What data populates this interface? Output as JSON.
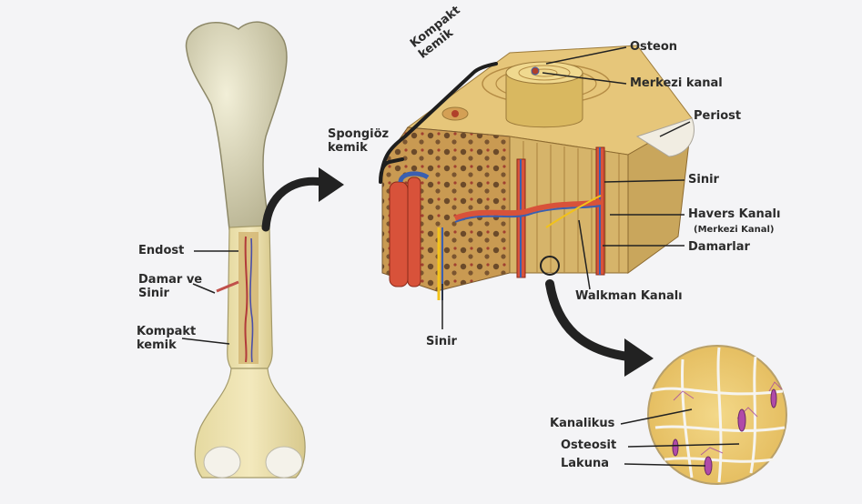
{
  "labels": {
    "endost": "Endost",
    "damar_sinir": "Damar ve\nSinir",
    "kompakt_left": "Kompakt\nkemik",
    "kompakt_top": "Kompakt\nkemik",
    "spongioz": "Spongiöz\nkemik",
    "osteon": "Osteon",
    "merkezi_kanal": "Merkezi kanal",
    "periost": "Periost",
    "sinir_right": "Sinir",
    "havers": "Havers Kanalı",
    "havers_sub": "(Merkezi Kanal)",
    "damarlar": "Damarlar",
    "walkman": "Walkman Kanalı",
    "sinir_bottom": "Sinir",
    "kanalikus": "Kanalikus",
    "osteosit": "Osteosit",
    "lakuna": "Lakuna"
  },
  "colors": {
    "bone": "#eadfae",
    "artery": "#d8523a",
    "vein": "#3a5fb0",
    "nerve": "#f2c21a",
    "cell": "#b04aa8"
  }
}
